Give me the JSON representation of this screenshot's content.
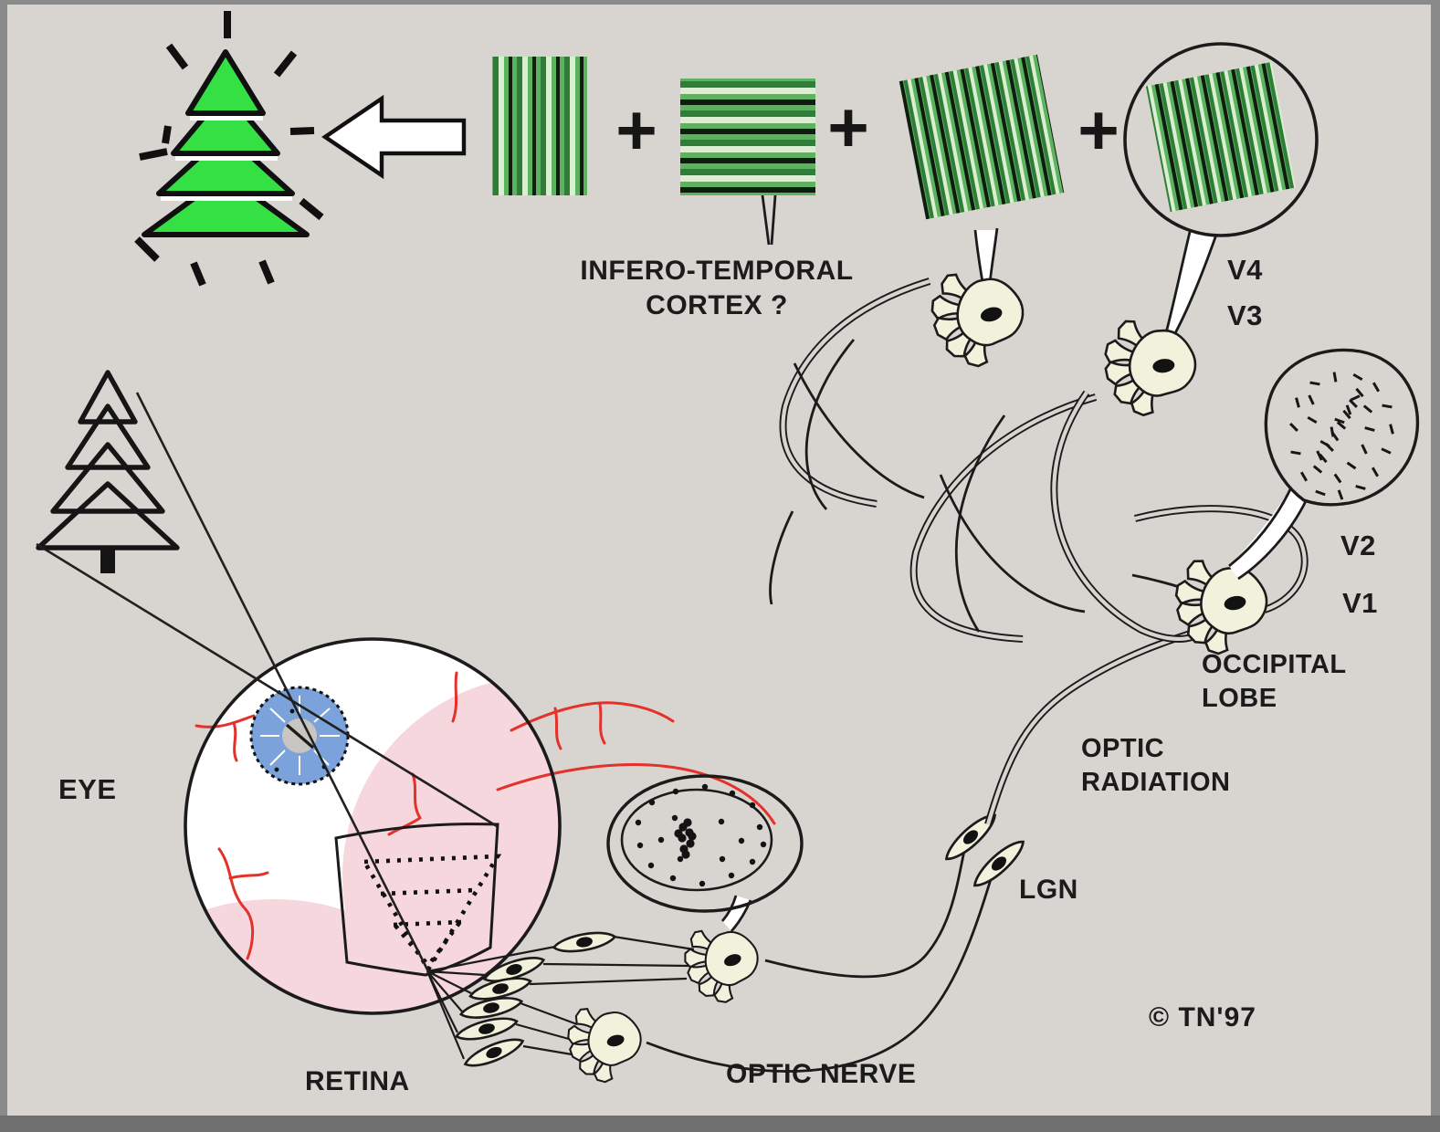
{
  "title": "Visual pathway diagram (eye to cortex)",
  "labels": {
    "eye": "EYE",
    "retina": "RETINA",
    "optic_nerve": "OPTIC NERVE",
    "lgn": "LGN",
    "optic_radiation": [
      "OPTIC",
      "RADIATION"
    ],
    "occipital": [
      "OCCIPITAL",
      "LOBE"
    ],
    "v1": "V1",
    "v2": "V2",
    "v3": "V3",
    "v4": "V4",
    "it_cortex": [
      "INFERO-TEMPORAL",
      "CORTEX ?"
    ],
    "plus": "+",
    "copyright": "© TN'97"
  },
  "colors": {
    "background": "#d8d5d1",
    "frame": "#8a8a8a",
    "ink": "#1b1b1b",
    "tree_green": "#35e045",
    "neuron_cream": "#f2f1dc",
    "eye_pink": "#f7d7de",
    "vessel_red": "#e5312b",
    "iris_blue": "#7ba2db",
    "pupil_gray": "#c9c5c0",
    "grating_light": "#d9efcf",
    "grating_mid": "#5cb35f",
    "grating_dark": "#2f7d39",
    "grating_black": "#101c10",
    "rf_gray": "#e0ddd9"
  }
}
